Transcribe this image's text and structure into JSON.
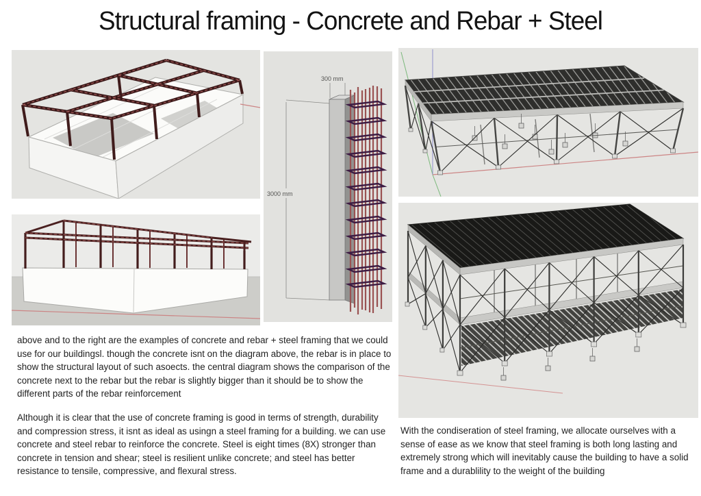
{
  "title": "Structural framing - Concrete and Rebar + Steel",
  "column_diagram": {
    "width_label": "300 mm",
    "height_label": "3000 mm"
  },
  "paragraphs": {
    "concrete_rebar_overview": "above and to the right are the examples of concrete and rebar + steel framing that we could use for our buildingsl. though the concrete isnt on the diagram above, the rebar is in place to show the structural layout of such asoects. the central diagram shows the comparison of the concrete next to the rebar but the rebar is slightly bigger than it should be to show the different parts of the rebar reinforcement",
    "concrete_vs_steel": "Although it is clear that the use of concrete framing is good in terms of strength, durability and compression stress,  it isnt as ideal  as usingn a steel framing for a building. we can use concrete and steel rebar to reinforce the concrete. Steel is eight times (8X) stronger than concrete in tension and shear; steel is resilient unlike concrete; and steel has better resistance to tensile, compressive, and flexural stress.",
    "steel_framing": "With the condiseration of steel framing, we allocate ourselves with a sense of ease as we know that steel framing is both long lasting and extremely strong which will inevitably cause the building to have a solid frame and a durablility to the weight of the building"
  },
  "colors": {
    "rebar": "#4a2020",
    "rebar_tie": "#3d1c43",
    "concrete": "#c7c7c5",
    "steel": "#3c3c3a",
    "axis_red": "#cc8484",
    "axis_green": "#7ab87a",
    "axis_blue": "#9090cc",
    "panel_background": "#e5e5e2"
  }
}
